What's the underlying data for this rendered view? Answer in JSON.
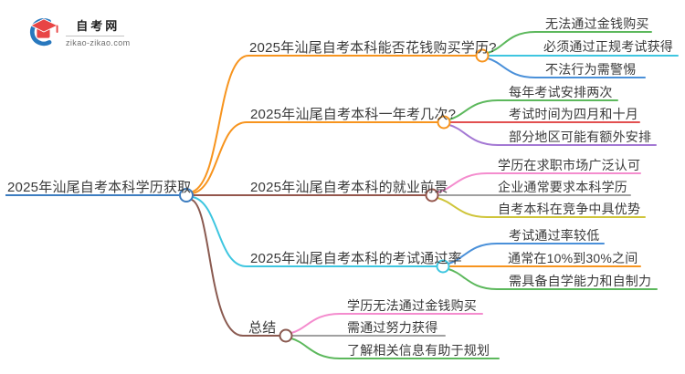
{
  "logo": {
    "site_name": "自考网",
    "site_url": "zikao-zikao.com",
    "icon": "graduation-cap-icon",
    "cap_color": "#e84545",
    "ring_color": "#2878be"
  },
  "root": {
    "label": "2025年汕尾自考本科学历获取",
    "color": "#3d7dc0"
  },
  "branches": [
    {
      "label": "2025年汕尾自考本科能否花钱购买学历?",
      "color": "#f7941e",
      "children": [
        {
          "label": "无法通过金钱购买",
          "color": "#5cb85c"
        },
        {
          "label": "必须通过正规考试获得",
          "color": "#3ec6e0"
        },
        {
          "label": "不法行为需警惕",
          "color": "#4a90d9"
        }
      ]
    },
    {
      "label": "2025年汕尾自考本科一年考几次?",
      "color": "#f7941e",
      "children": [
        {
          "label": "每年考试安排两次",
          "color": "#5cb85c"
        },
        {
          "label": "考试时间为四月和十月",
          "color": "#e25050"
        },
        {
          "label": "部分地区可能有额外安排",
          "color": "#a478d4"
        }
      ]
    },
    {
      "label": "2025年汕尾自考本科的就业前景",
      "color": "#94564c",
      "children": [
        {
          "label": "学历在求职市场广泛认可",
          "color": "#f48cce"
        },
        {
          "label": "企业通常要求本科学历",
          "color": "#a0a0a0"
        },
        {
          "label": "自考本科在竞争中具优势",
          "color": "#cfc53a"
        }
      ]
    },
    {
      "label": "2025年汕尾自考本科的考试通过率",
      "color": "#3ec6e0",
      "children": [
        {
          "label": "考试通过率较低",
          "color": "#4a90d9"
        },
        {
          "label": "通常在10%到30%之间",
          "color": "#f7941e"
        },
        {
          "label": "需具备自学能力和自制力",
          "color": "#5cb85c"
        }
      ]
    },
    {
      "label": "总结",
      "color": "#8a5a50",
      "children": [
        {
          "label": "学历无法通过金钱购买",
          "color": "#f48cce"
        },
        {
          "label": "需通过努力获得",
          "color": "#a0a0a0"
        },
        {
          "label": "了解相关信息有助于规划",
          "color": "#5cb85c"
        }
      ]
    }
  ]
}
